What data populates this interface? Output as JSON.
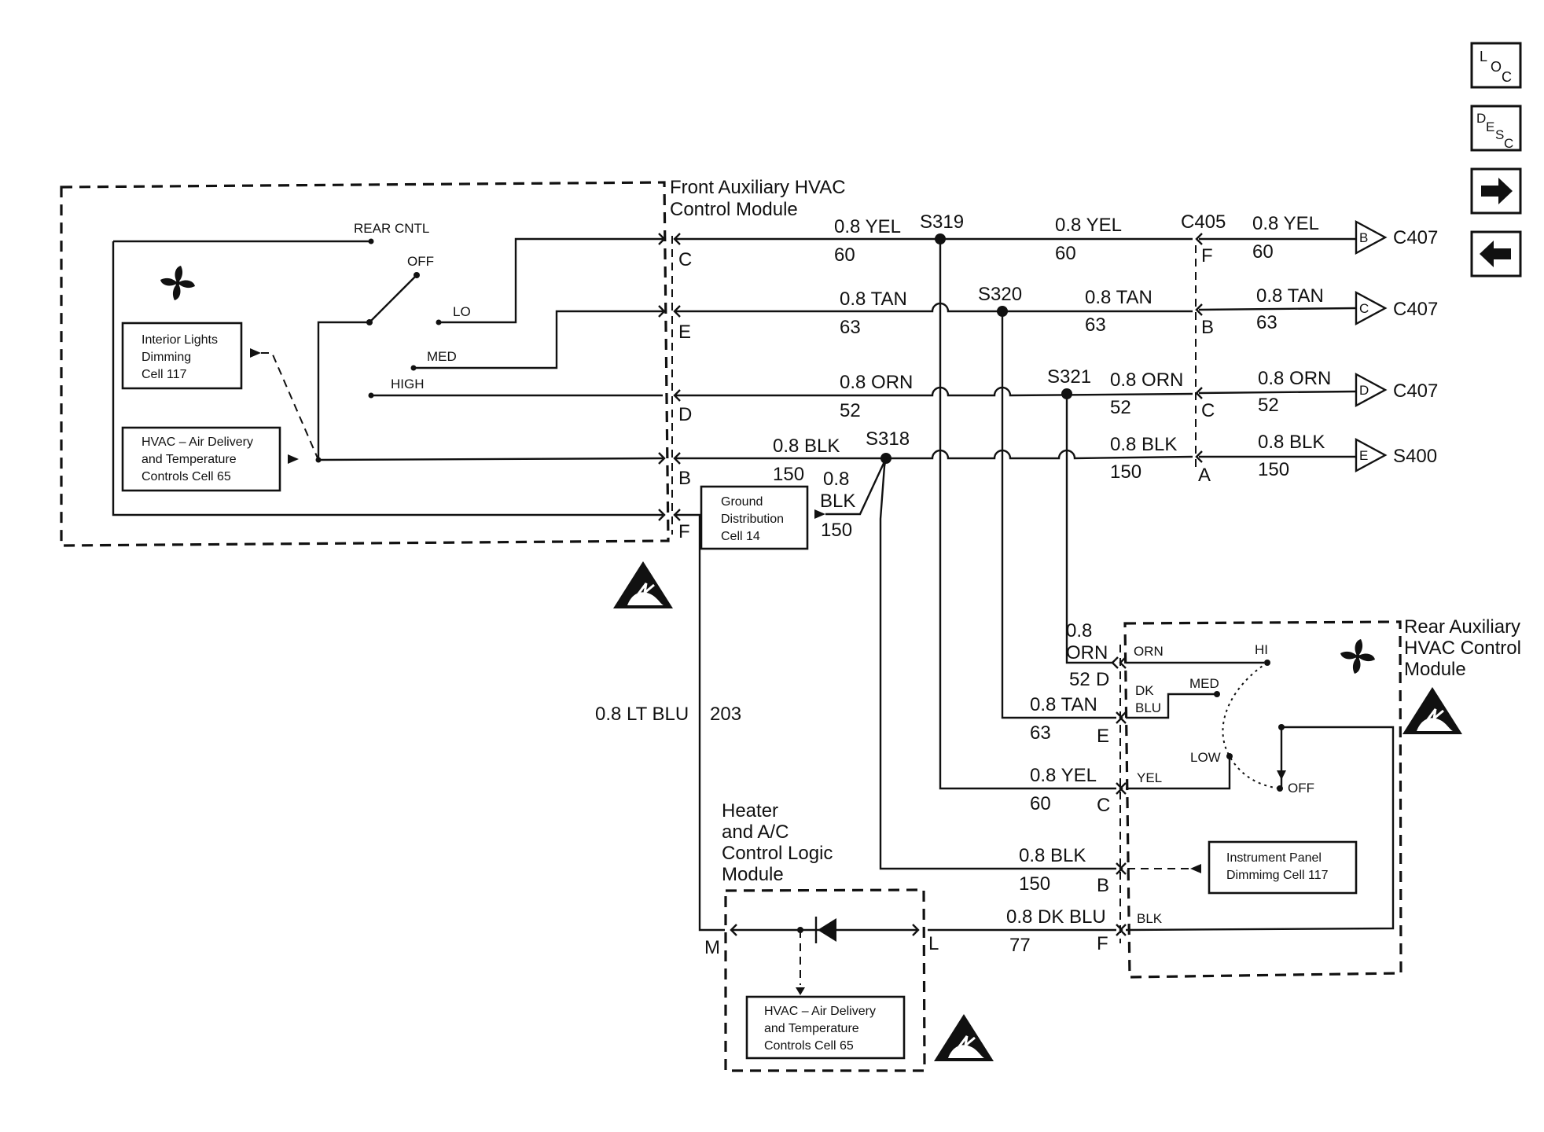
{
  "front_module": {
    "title_line1": "Front Auxiliary HVAC",
    "title_line2": "Control Module",
    "switch": {
      "rear_cntl": "REAR CNTL",
      "off": "OFF",
      "lo": "LO",
      "med": "MED",
      "high": "HIGH"
    },
    "interior_lights_ref": {
      "line1": "Interior Lights",
      "line2": "Dimming",
      "line3": "Cell 117"
    },
    "hvac_ref": {
      "line1": "HVAC – Air Delivery",
      "line2": "and Temperature",
      "line3": "Controls Cell 65"
    },
    "pins": {
      "c": "C",
      "e": "E",
      "d": "D",
      "b": "B",
      "f": "F"
    }
  },
  "ground_ref": {
    "line1": "Ground",
    "line2": "Distribution",
    "line3": "Cell 14"
  },
  "wires": {
    "yel_a": {
      "size": "0.8 YEL",
      "circuit": "60"
    },
    "tan_a": {
      "size": "0.8 TAN",
      "circuit": "63"
    },
    "orn_a": {
      "size": "0.8 ORN",
      "circuit": "52"
    },
    "blk_a": {
      "size": "0.8 BLK",
      "circuit": "150"
    },
    "yel_b": {
      "size": "0.8 YEL",
      "circuit": "60"
    },
    "tan_b": {
      "size": "0.8 TAN",
      "circuit": "63"
    },
    "orn_b": {
      "size": "0.8 ORN",
      "circuit": "52"
    },
    "blk_b": {
      "size": "0.8 BLK",
      "circuit": "150"
    },
    "yel_c": {
      "size": "0.8 YEL",
      "circuit": "60"
    },
    "tan_c": {
      "size": "0.8 TAN",
      "circuit": "63"
    },
    "orn_c": {
      "size": "0.8 ORN",
      "circuit": "52"
    },
    "blk_c": {
      "size": "0.8 BLK",
      "circuit": "150"
    },
    "gnd_drop": {
      "size1": "0.8",
      "size2": "BLK",
      "circuit": "150"
    },
    "ltblu": {
      "size": "0.8 LT BLU",
      "circuit": "203"
    },
    "orn_rear": {
      "size1": "0.8",
      "size2": "ORN",
      "circuit": "52"
    },
    "tan_rear": {
      "size": "0.8 TAN",
      "circuit": "63"
    },
    "yel_rear": {
      "size": "0.8 YEL",
      "circuit": "60"
    },
    "blk_rear": {
      "size": "0.8 BLK",
      "circuit": "150"
    },
    "dkblu": {
      "size": "0.8 DK BLU",
      "circuit": "77"
    }
  },
  "splices": {
    "s319": "S319",
    "s320": "S320",
    "s321": "S321",
    "s318": "S318"
  },
  "connector_c405": {
    "name": "C405",
    "pins": {
      "f": "F",
      "b": "B",
      "c": "C",
      "a": "A"
    }
  },
  "destinations": [
    {
      "pin": "B",
      "name": "C407"
    },
    {
      "pin": "C",
      "name": "C407"
    },
    {
      "pin": "D",
      "name": "C407"
    },
    {
      "pin": "E",
      "name": "S400"
    }
  ],
  "rear_module": {
    "title_line1": "Rear Auxiliary",
    "title_line2": "HVAC Control",
    "title_line3": "Module",
    "pins": {
      "d": "D",
      "e": "E",
      "c": "C",
      "b": "B",
      "f": "F"
    },
    "wire_labels": {
      "orn": "ORN",
      "dk": "DK",
      "blu": "BLU",
      "yel": "YEL",
      "blk": "BLK"
    },
    "switch": {
      "hi": "HI",
      "med": "MED",
      "low": "LOW",
      "off": "OFF"
    },
    "ip_dimming_ref": {
      "line1": "Instrument Panel",
      "line2": "Dimmimg Cell 117"
    }
  },
  "heater_module": {
    "title_line1": "Heater",
    "title_line2": "and A/C",
    "title_line3": "Control Logic",
    "title_line4": "Module",
    "pins": {
      "m": "M",
      "l": "L"
    },
    "hvac_ref": {
      "line1": "HVAC – Air Delivery",
      "line2": "and Temperature",
      "line3": "Controls Cell 65"
    }
  },
  "nav": {
    "loc": {
      "a": "L",
      "b": "O",
      "c": "C"
    },
    "desc": {
      "a": "D",
      "b": "E",
      "c": "S",
      "d": "C"
    },
    "next_glyph": "➡",
    "prev_glyph": "⬅"
  },
  "icons": [
    "fan-icon",
    "esd-warning-icon",
    "arrow-right-icon",
    "arrow-left-icon"
  ]
}
